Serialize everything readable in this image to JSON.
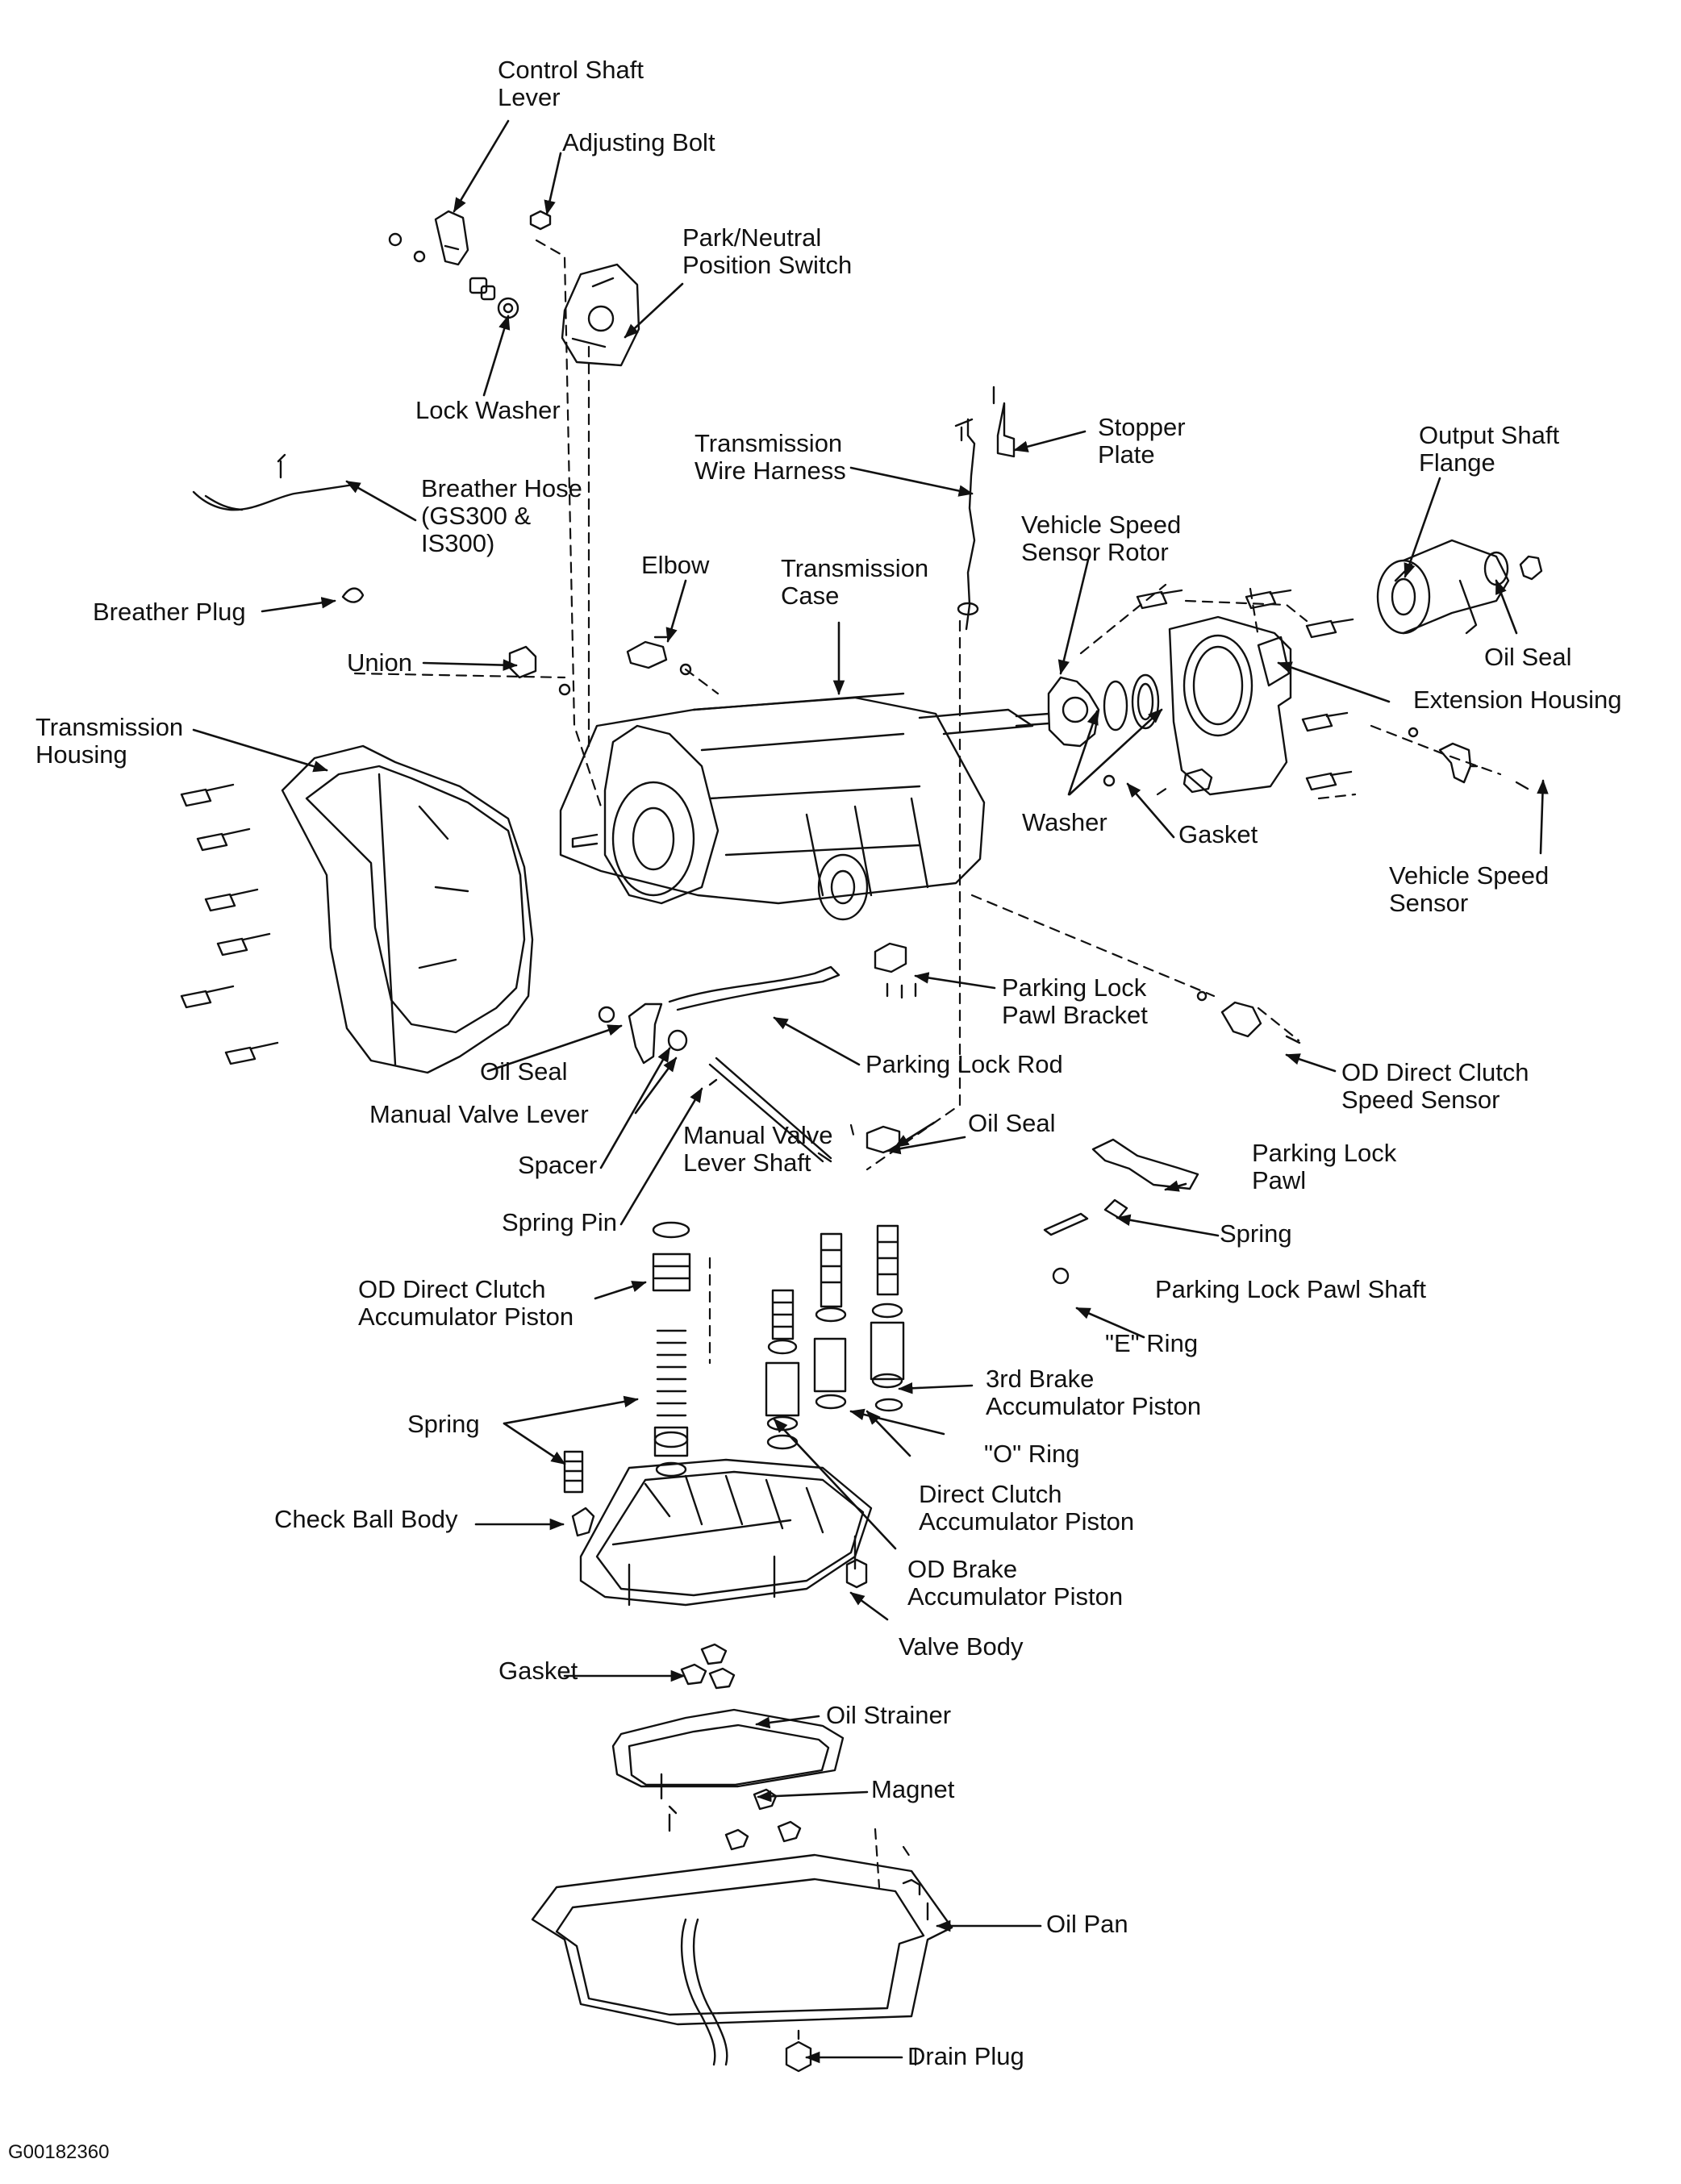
{
  "figure_id": "G00182360",
  "colors": {
    "ink": "#111111",
    "paper": "#ffffff"
  },
  "labels": {
    "control_shaft_lever": [
      "Control Shaft",
      "Lever"
    ],
    "adjusting_bolt": [
      "Adjusting Bolt"
    ],
    "park_neutral_switch": [
      "Park/Neutral",
      "Position Switch"
    ],
    "lock_washer": [
      "Lock Washer"
    ],
    "stopper_plate": [
      "Stopper",
      "Plate"
    ],
    "output_shaft_flange": [
      "Output Shaft",
      "Flange"
    ],
    "transmission_wire_harness": [
      "Transmission",
      "Wire Harness"
    ],
    "breather_hose": [
      "Breather Hose",
      "(GS300 &",
      "IS300)"
    ],
    "vehicle_speed_sensor_rotor": [
      "Vehicle Speed",
      "Sensor Rotor"
    ],
    "elbow": [
      "Elbow"
    ],
    "transmission_case": [
      "Transmission",
      "Case"
    ],
    "breather_plug": [
      "Breather Plug"
    ],
    "oil_seal_flange": [
      "Oil Seal"
    ],
    "union": [
      "Union"
    ],
    "extension_housing": [
      "Extension Housing"
    ],
    "transmission_housing": [
      "Transmission",
      "Housing"
    ],
    "washer": [
      "Washer"
    ],
    "gasket_ext": [
      "Gasket"
    ],
    "vehicle_speed_sensor": [
      "Vehicle Speed",
      "Sensor"
    ],
    "parking_lock_pawl_bracket": [
      "Parking Lock",
      "Pawl Bracket"
    ],
    "oil_seal_manual": [
      "Oil Seal"
    ],
    "parking_lock_rod": [
      "Parking Lock Rod"
    ],
    "od_direct_clutch_speed_sensor": [
      "OD Direct Clutch",
      "Speed Sensor"
    ],
    "manual_valve_lever": [
      "Manual Valve Lever"
    ],
    "oil_seal_case": [
      "Oil Seal"
    ],
    "spacer": [
      "Spacer"
    ],
    "manual_valve_lever_shaft": [
      "Manual Valve",
      "Lever Shaft"
    ],
    "parking_lock_pawl": [
      "Parking Lock",
      "Pawl"
    ],
    "spring_pin": [
      "Spring Pin"
    ],
    "spring_pawl": [
      "Spring"
    ],
    "od_direct_clutch_acc_piston": [
      "OD Direct Clutch",
      "Accumulator Piston"
    ],
    "parking_lock_pawl_shaft": [
      "Parking Lock Pawl Shaft"
    ],
    "e_ring": [
      "\"E\" Ring"
    ],
    "third_brake_acc_piston": [
      "3rd Brake",
      "Accumulator Piston"
    ],
    "spring_acc": [
      "Spring"
    ],
    "o_ring": [
      "\"O\" Ring"
    ],
    "direct_clutch_acc_piston": [
      "Direct Clutch",
      "Accumulator Piston"
    ],
    "check_ball_body": [
      "Check Ball Body"
    ],
    "od_brake_acc_piston": [
      "OD Brake",
      "Accumulator Piston"
    ],
    "valve_body": [
      "Valve Body"
    ],
    "gasket_vb": [
      "Gasket"
    ],
    "oil_strainer": [
      "Oil Strainer"
    ],
    "magnet": [
      "Magnet"
    ],
    "oil_pan": [
      "Oil Pan"
    ],
    "drain_plug": [
      "Drain Plug"
    ]
  }
}
